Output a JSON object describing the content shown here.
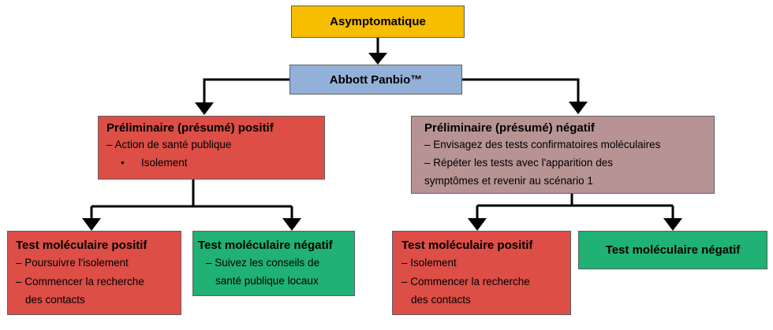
{
  "root": {
    "label": "Asymptomatique"
  },
  "test": {
    "label": "Abbott Panbio™"
  },
  "positive": {
    "title": "Préliminaire (présumé) positif",
    "line1": "– Action de santé publique",
    "bullet_symbol": "•",
    "bullet": "Isolement"
  },
  "negative": {
    "title": "Préliminaire (présumé) négatif",
    "line1": "– Envisagez des tests confirmatoires moléculaires",
    "line2": "– Répéter les tests avec l'apparition des",
    "line3": "symptômes et revenir au scénario 1"
  },
  "pos_mol_pos": {
    "title": "Test moléculaire positif",
    "line1": "– Poursuivre l'isolement",
    "line2": "– Commencer la recherche",
    "line3": "des contacts"
  },
  "pos_mol_neg": {
    "title": "Test moléculaire négatif",
    "line1": "– Suivez les conseils de",
    "line2": "santé publique locaux"
  },
  "neg_mol_pos": {
    "title": "Test moléculaire positif",
    "line1": "– Isolement",
    "line2": "– Commencer la recherche",
    "line3": "des contacts"
  },
  "neg_mol_neg": {
    "title": "Test moléculaire négatif"
  },
  "colors": {
    "yellow": "#f7bd00",
    "blue": "#93b0d8",
    "red": "#dc4e46",
    "mauve": "#b79394",
    "green": "#20b174",
    "connector": "#000000"
  }
}
